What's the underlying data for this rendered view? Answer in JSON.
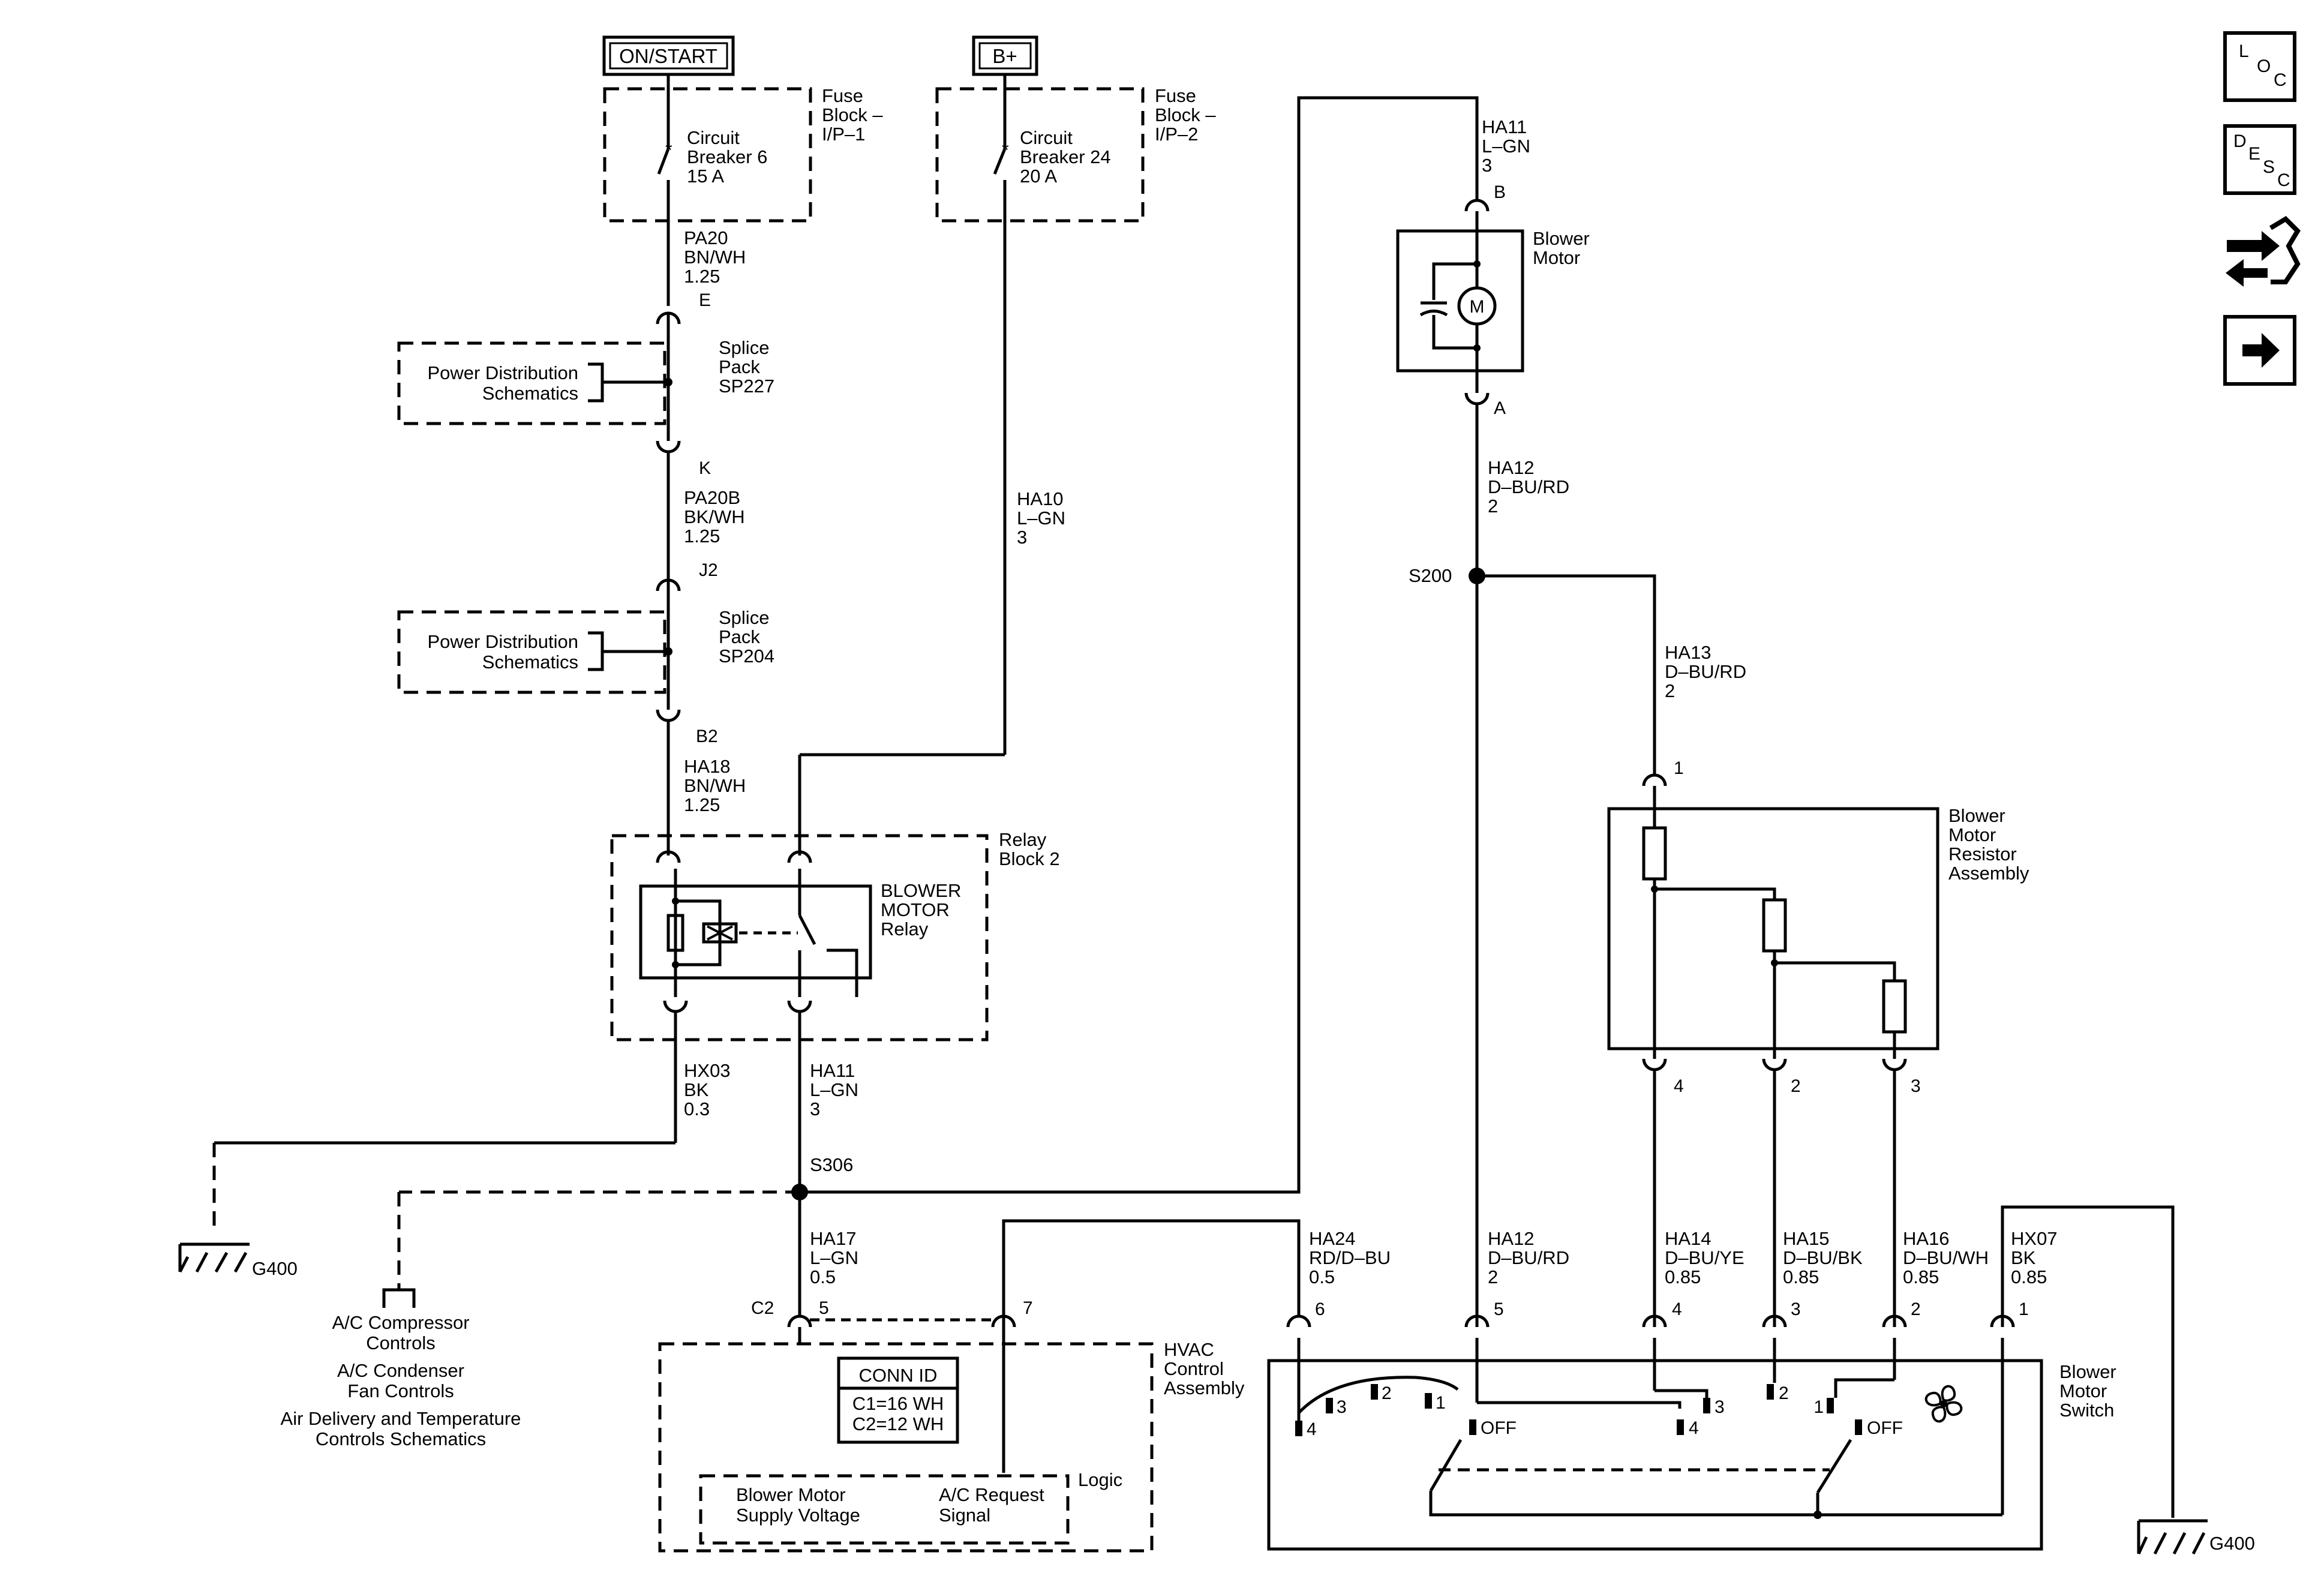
{
  "power_sources": {
    "on_start": "ON/START",
    "b_plus": "B+"
  },
  "fuse_block_1": {
    "label": [
      "Fuse",
      "Block –",
      "I/P–1"
    ],
    "breaker": [
      "Circuit",
      "Breaker 6",
      "15 A"
    ]
  },
  "fuse_block_2": {
    "label": [
      "Fuse",
      "Block –",
      "I/P–2"
    ],
    "breaker": [
      "Circuit",
      "Breaker 24",
      "20 A"
    ]
  },
  "wire_pa20": [
    "PA20",
    "BN/WH",
    "1.25"
  ],
  "conn_e": "E",
  "splice_227": {
    "box": [
      "Power Distribution",
      "Schematics"
    ],
    "label": [
      "Splice",
      "Pack",
      "SP227"
    ]
  },
  "conn_k": "K",
  "wire_pa20b": [
    "PA20B",
    "BK/WH",
    "1.25"
  ],
  "conn_j2": "J2",
  "splice_204": {
    "box": [
      "Power Distribution",
      "Schematics"
    ],
    "label": [
      "Splice",
      "Pack",
      "SP204"
    ]
  },
  "conn_b2": "B2",
  "wire_ha18": [
    "HA18",
    "BN/WH",
    "1.25"
  ],
  "wire_ha10": [
    "HA10",
    "L–GN",
    "3"
  ],
  "relay_block": {
    "label": [
      "Relay",
      "Block 2"
    ],
    "relay": [
      "BLOWER",
      "MOTOR",
      "Relay"
    ]
  },
  "wire_hx03": [
    "HX03",
    "BK",
    "0.3"
  ],
  "wire_ha11_lower": [
    "HA11",
    "L–GN",
    "3"
  ],
  "splice_s306": "S306",
  "ground_left": "G400",
  "ac_controls": [
    "A/C Compressor",
    "Controls",
    "A/C Condenser",
    "Fan Controls",
    "Air Delivery and Temperature",
    "Controls Schematics"
  ],
  "wire_ha17": [
    "HA17",
    "L–GN",
    "0.5"
  ],
  "hvac": {
    "conn_c2": "C2",
    "pin_5": "5",
    "pin_7": "7",
    "label": [
      "HVAC",
      "Control",
      "Assembly"
    ],
    "conn_id": {
      "title": "CONN ID",
      "rows": [
        "C1=16 WH",
        "C2=12 WH"
      ]
    },
    "logic": "Logic",
    "supply": [
      "Blower Motor",
      "Supply Voltage"
    ],
    "request": [
      "A/C Request",
      "Signal"
    ]
  },
  "wire_ha11_upper": [
    "HA11",
    "L–GN",
    "3"
  ],
  "blower_motor": {
    "conn_b": "B",
    "conn_a": "A",
    "label": [
      "Blower",
      "Motor"
    ],
    "symbol": "M"
  },
  "wire_ha12_upper": [
    "HA12",
    "D–BU/RD",
    "2"
  ],
  "splice_s200": "S200",
  "wire_ha13": [
    "HA13",
    "D–BU/RD",
    "2"
  ],
  "resistor": {
    "pin_1": "1",
    "pin_4": "4",
    "pin_2": "2",
    "pin_3": "3",
    "label": [
      "Blower",
      "Motor",
      "Resistor",
      "Assembly"
    ]
  },
  "wire_ha24": [
    "HA24",
    "RD/D–BU",
    "0.5"
  ],
  "wire_ha12_lower": [
    "HA12",
    "D–BU/RD",
    "2"
  ],
  "wire_ha14": [
    "HA14",
    "D–BU/YE",
    "0.85"
  ],
  "wire_ha15": [
    "HA15",
    "D–BU/BK",
    "0.85"
  ],
  "wire_ha16": [
    "HA16",
    "D–BU/WH",
    "0.85"
  ],
  "wire_hx07": [
    "HX07",
    "BK",
    "0.85"
  ],
  "switch": {
    "pins": [
      "6",
      "5",
      "4",
      "3",
      "2",
      "1"
    ],
    "label": [
      "Blower",
      "Motor",
      "Switch"
    ],
    "left_positions": [
      "4",
      "3",
      "2",
      "1"
    ],
    "right_positions": [
      "4",
      "3",
      "2",
      "1"
    ],
    "off_left": "OFF",
    "off_right": "OFF",
    "fan_icon": "fan-icon"
  },
  "ground_right": "G400",
  "nav": {
    "loc": [
      "L",
      "O",
      "C"
    ],
    "desc": [
      "D",
      "E",
      "S",
      "C"
    ],
    "icons": [
      "connector-tools-icon",
      "arrow-right-icon"
    ]
  }
}
